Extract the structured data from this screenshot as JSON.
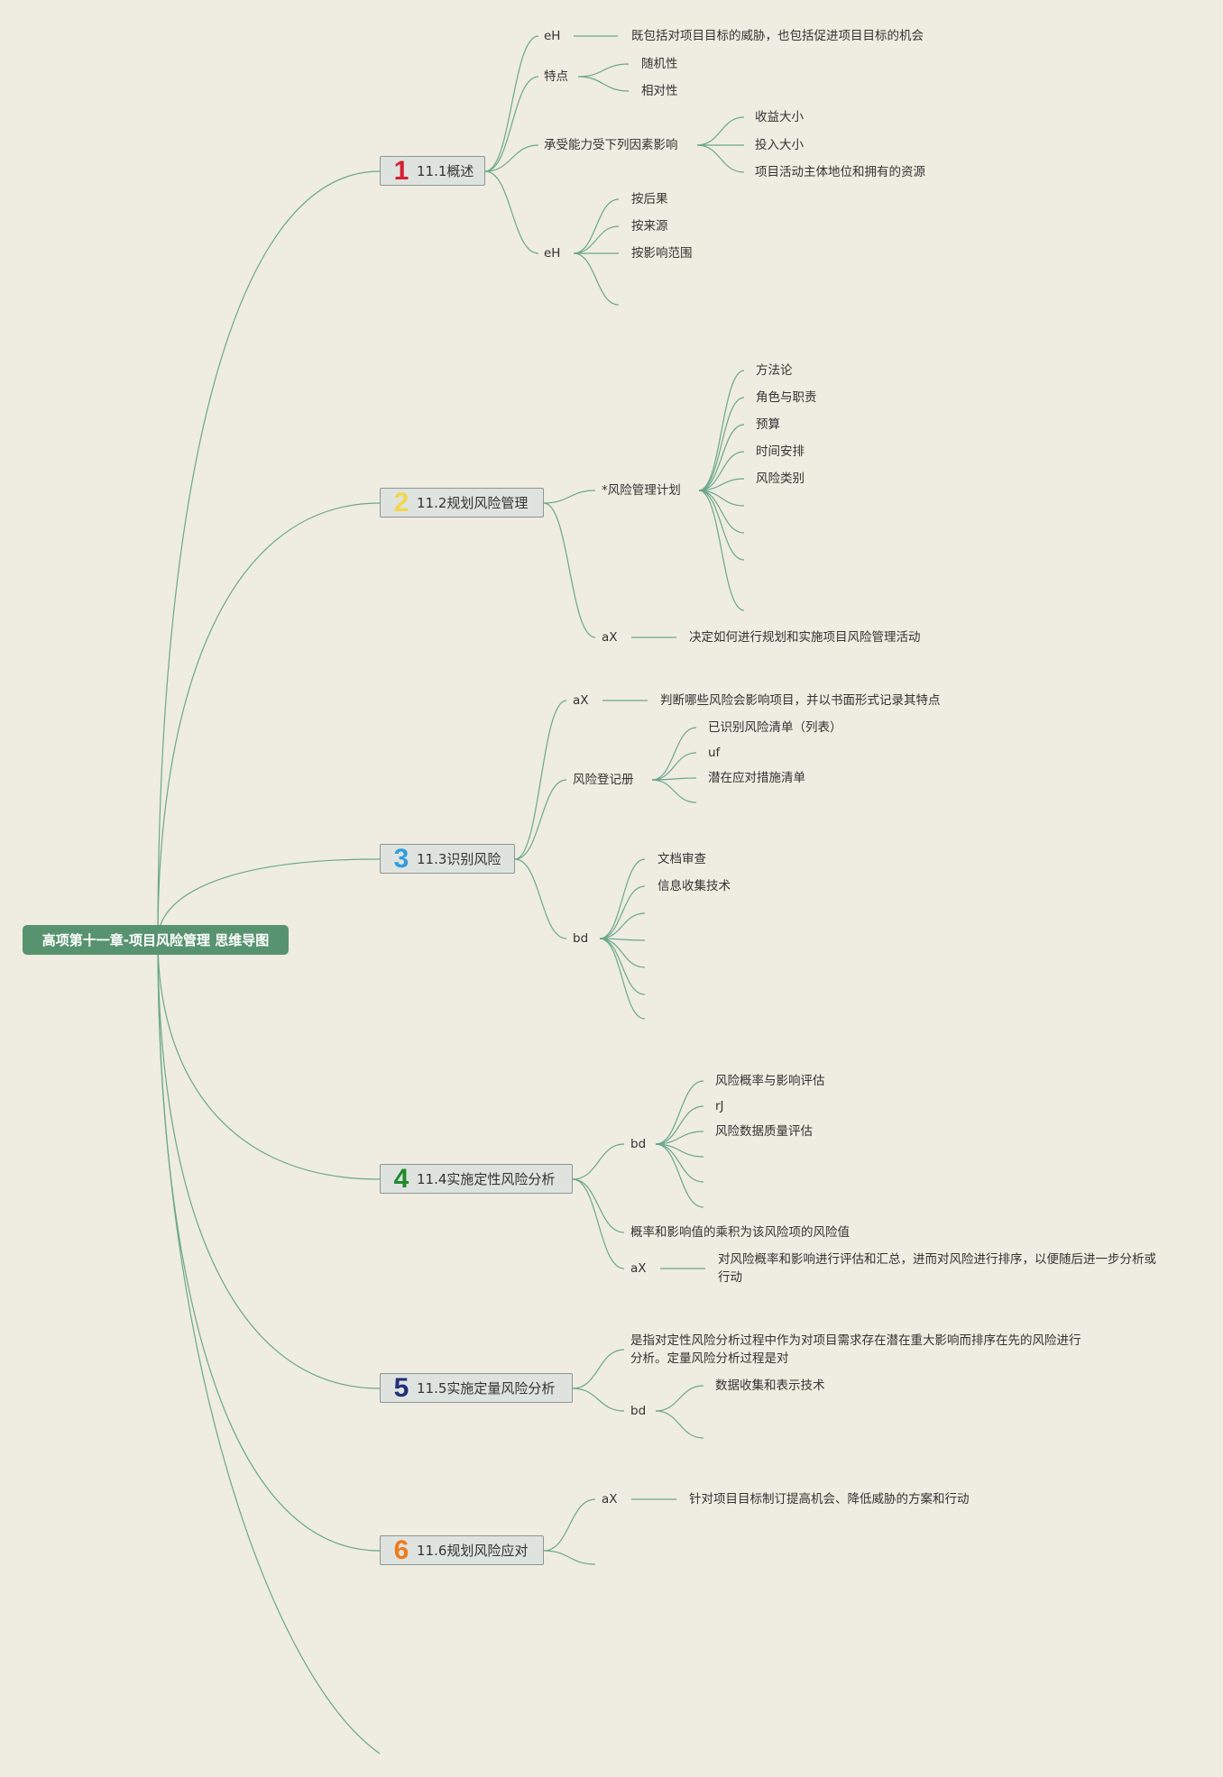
{
  "root": {
    "label": "高项第十一章-项目风险管理 思维导图"
  },
  "branches": [
    {
      "num": "1",
      "label": "11.1概述",
      "color": "#d81e32",
      "children": [
        {
          "label": "eH",
          "leaves": [
            {
              "label": "既包括对项目目标的威胁，也包括促进项目目标的机会"
            }
          ]
        },
        {
          "label": "特点",
          "leaves": [
            {
              "label": "随机性"
            },
            {
              "label": "相对性"
            }
          ]
        },
        {
          "label": "承受能力受下列因素影响",
          "leaves": [
            {
              "label": "收益大小"
            },
            {
              "label": "投入大小"
            },
            {
              "label": "项目活动主体地位和拥有的资源"
            }
          ]
        },
        {
          "label": "eH",
          "leaves": [
            {
              "label": "按后果"
            },
            {
              "label": "按来源"
            },
            {
              "label": "按影响范围"
            },
            {
              "label": ""
            }
          ]
        }
      ]
    },
    {
      "num": "2",
      "label": "11.2规划风险管理",
      "color": "#f2d64b",
      "children": [
        {
          "label": "*风险管理计划",
          "leaves": [
            {
              "label": "方法论"
            },
            {
              "label": "角色与职责"
            },
            {
              "label": "预算"
            },
            {
              "label": "时间安排"
            },
            {
              "label": "风险类别"
            },
            {
              "label": ""
            },
            {
              "label": ""
            },
            {
              "label": ""
            },
            {
              "label": ""
            }
          ]
        },
        {
          "label": "aX",
          "leaves": [
            {
              "label": "决定如何进行规划和实施项目风险管理活动"
            }
          ]
        }
      ]
    },
    {
      "num": "3",
      "label": "11.3识别风险",
      "color": "#2f9de0",
      "children": [
        {
          "label": "aX",
          "leaves": [
            {
              "label": "判断哪些风险会影响项目，并以书面形式记录其特点"
            }
          ]
        },
        {
          "label": "风险登记册",
          "leaves": [
            {
              "label": "已识别风险清单（列表）"
            },
            {
              "label": "uf"
            },
            {
              "label": "潜在应对措施清单"
            },
            {
              "label": ""
            }
          ]
        },
        {
          "label": "bd",
          "leaves": [
            {
              "label": "文档审查"
            },
            {
              "label": "信息收集技术"
            },
            {
              "label": ""
            },
            {
              "label": ""
            },
            {
              "label": ""
            },
            {
              "label": ""
            }
          ]
        }
      ]
    },
    {
      "num": "4",
      "label": "11.4实施定性风险分析",
      "color": "#1f8a2e",
      "children": [
        {
          "label": "bd",
          "leaves": [
            {
              "label": "风险概率与影响评估"
            },
            {
              "label": "rJ"
            },
            {
              "label": "风险数据质量评估"
            },
            {
              "label": ""
            },
            {
              "label": ""
            }
          ]
        },
        {
          "label": "概率和影响值的乘积为该风险项的风险值",
          "leaves": []
        },
        {
          "label": "aX",
          "leaves": [
            {
              "label": "对风险概率和影响进行评估和汇总，进而对风险进行排序，以便随后进一步分析或行动"
            }
          ]
        }
      ]
    },
    {
      "num": "5",
      "label": "11.5实施定量风险分析",
      "color": "#1f2f7a",
      "children": [
        {
          "label": "是指对定性风险分析过程中作为对项目需求存在潜在重大影响而排序在先的风险进行分析。定量风险分析过程是对",
          "leaves": []
        },
        {
          "label": "bd",
          "leaves": [
            {
              "label": "数据收集和表示技术"
            },
            {
              "label": ""
            }
          ]
        }
      ]
    },
    {
      "num": "6",
      "label": "11.6规划风险应对",
      "color": "#f07a1a",
      "children": [
        {
          "label": "aX",
          "leaves": [
            {
              "label": "针对项目目标制订提高机会、降低威胁的方案和行动"
            }
          ]
        },
        {
          "label": "",
          "leaves": []
        }
      ]
    },
    {
      "num": "",
      "label": "",
      "color": "#6aa88a",
      "children": []
    }
  ]
}
